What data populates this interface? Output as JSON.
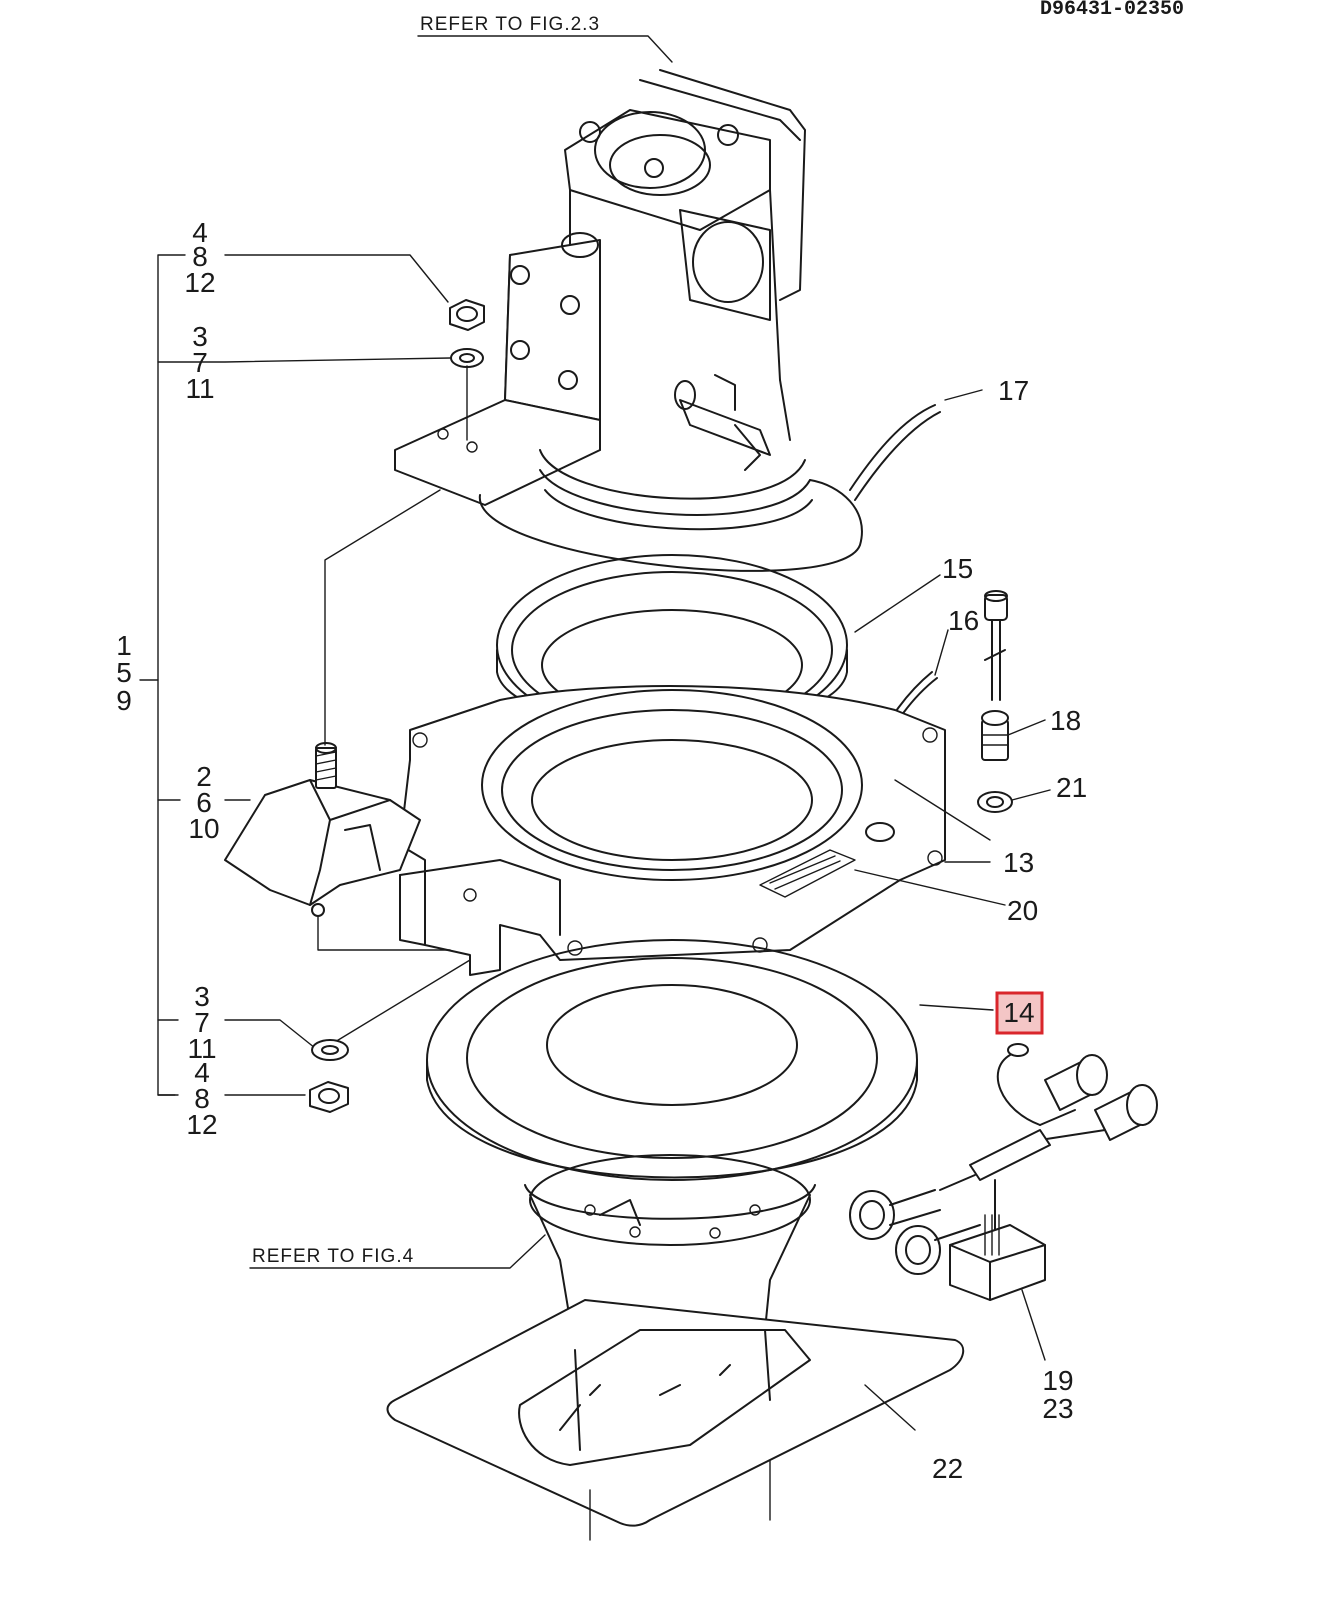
{
  "document_id": "D96431-02350",
  "references": {
    "top": "REFER TO FIG.2.3",
    "bottom": "REFER TO FIG.4"
  },
  "callouts": {
    "c4_8_12_top": [
      "4",
      "8",
      "12"
    ],
    "c3_7_11_top": [
      "3",
      "7",
      "11"
    ],
    "c1_5_9": [
      "1",
      "5",
      "9"
    ],
    "c2_6_10": [
      "2",
      "6",
      "10"
    ],
    "c3_7_11_bottom": [
      "3",
      "7",
      "11"
    ],
    "c4_8_12_bottom": [
      "4",
      "8",
      "12"
    ],
    "c13": "13",
    "c14": "14",
    "c15": "15",
    "c16": "16",
    "c17": "17",
    "c18": "18",
    "c19_23": [
      "19",
      "23"
    ],
    "c20": "20",
    "c21": "21",
    "c22": "22"
  },
  "highlight": {
    "callout": "14",
    "fill": "#f4c6c6",
    "border": "#d9262b"
  }
}
